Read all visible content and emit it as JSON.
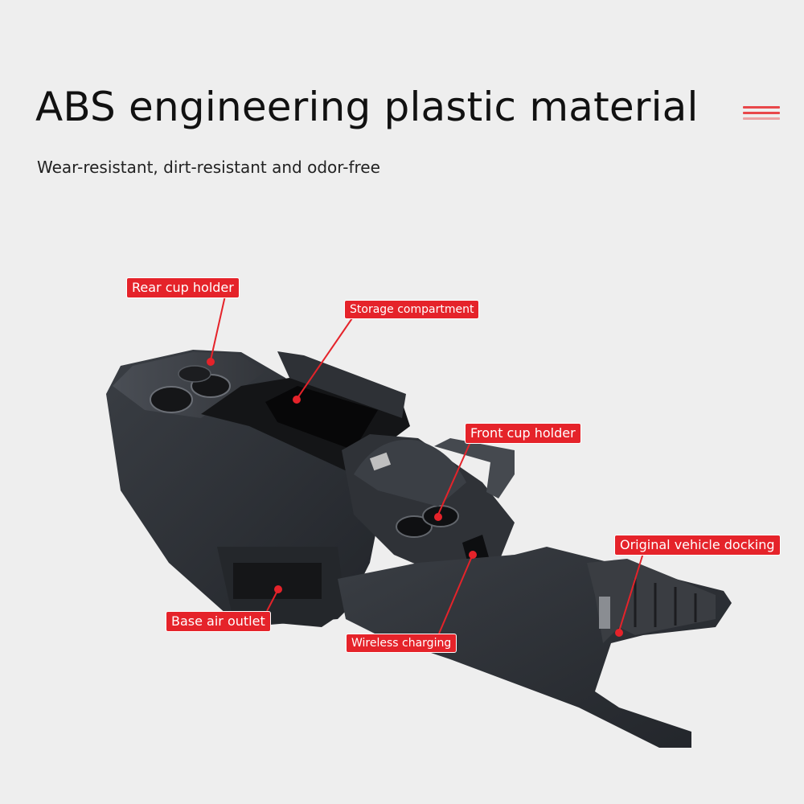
{
  "header": {
    "title": "ABS engineering plastic material",
    "subtitle": "Wear-resistant, dirt-resistant and odor-free"
  },
  "callouts": {
    "rear_cup_holder": "Rear cup holder",
    "storage_compartment": "Storage compartment",
    "front_cup_holder": "Front cup holder",
    "original_vehicle_docking": "Original vehicle docking",
    "base_air_outlet": "Base air outlet",
    "wireless_charging": "Wireless charging"
  },
  "colors": {
    "accent": "#e5232a",
    "background": "#eeeeee",
    "product": "#2b2e33"
  },
  "icons": {
    "menu": "hamburger-menu-icon"
  }
}
